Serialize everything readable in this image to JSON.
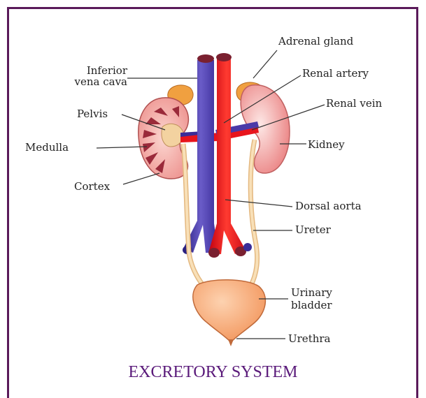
{
  "labels": {
    "inferior_vena_cava_1": "Inferior",
    "inferior_vena_cava_2": "vena cava",
    "adrenal_gland": "Adrenal gland",
    "renal_artery": "Renal artery",
    "renal_vein": "Renal vein",
    "pelvis": "Pelvis",
    "medulla": "Medulla",
    "kidney": "Kidney",
    "cortex": "Cortex",
    "dorsal_aorta": "Dorsal aorta",
    "ureter": "Ureter",
    "urinary_bladder_1": "Urinary",
    "urinary_bladder_2": "bladder",
    "urethra": "Urethra"
  },
  "caption": "EXCRETORY SYSTEM",
  "colors": {
    "frame": "#5a1a5a",
    "caption": "#5a1a7a",
    "vein": "#4a3aa8",
    "artery": "#e8141c",
    "kidney": "#f2a3a0",
    "adrenal": "#f0a040",
    "ureter": "#f3d2a0",
    "bladder": "#f6a46a"
  }
}
